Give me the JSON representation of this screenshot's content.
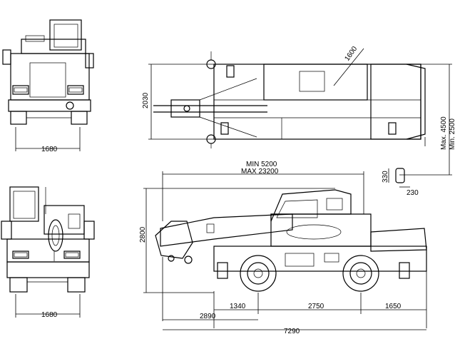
{
  "dimensions": {
    "front_width": "1680",
    "rear_width": "1680",
    "top_width": "2030",
    "turn_radius": "1600",
    "boom_min": "MIN 5200",
    "boom_max": "MAX 23200",
    "outrigger_max": "Max. 4500",
    "outrigger_min": "Min. 2500",
    "pad_height": "330",
    "pad_width": "230",
    "overall_height": "2800",
    "front_overhang": "1340",
    "wheelbase": "2750",
    "rear_overhang": "1650",
    "front_to_center": "2890",
    "overall_length": "7290"
  }
}
